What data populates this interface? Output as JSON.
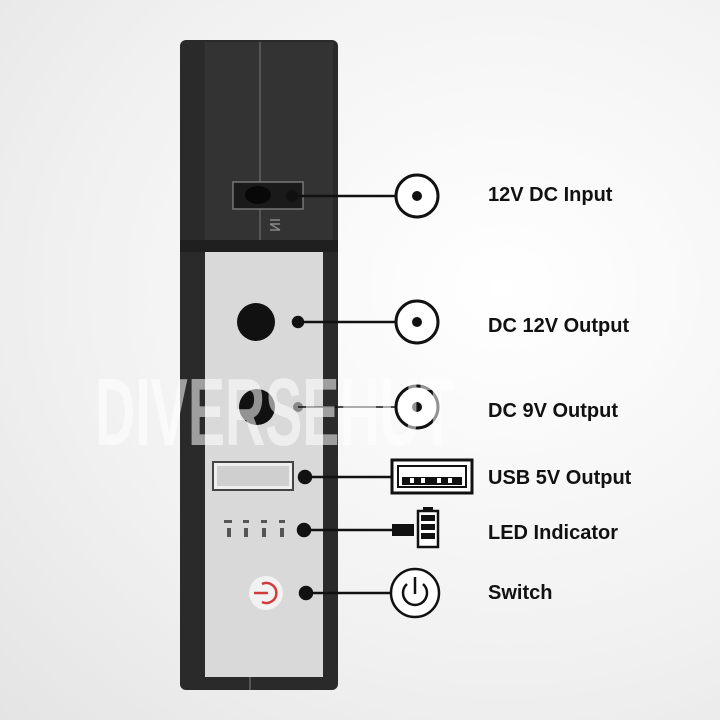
{
  "watermark": "DIVERSEHUT",
  "callouts": [
    {
      "label": "12V DC Input",
      "icon": "dc-jack-icon"
    },
    {
      "label": "DC 12V Output",
      "icon": "dc-jack-icon"
    },
    {
      "label": "DC 9V Output",
      "icon": "dc-jack-icon"
    },
    {
      "label": "USB 5V Output",
      "icon": "usb-port-icon"
    },
    {
      "label": "LED Indicator",
      "icon": "battery-icon"
    },
    {
      "label": "Switch",
      "icon": "power-icon"
    }
  ],
  "colors": {
    "device_body": "#2b2b2b",
    "panel": "#d9d9d9",
    "switch_accent": "#d23a3a"
  }
}
